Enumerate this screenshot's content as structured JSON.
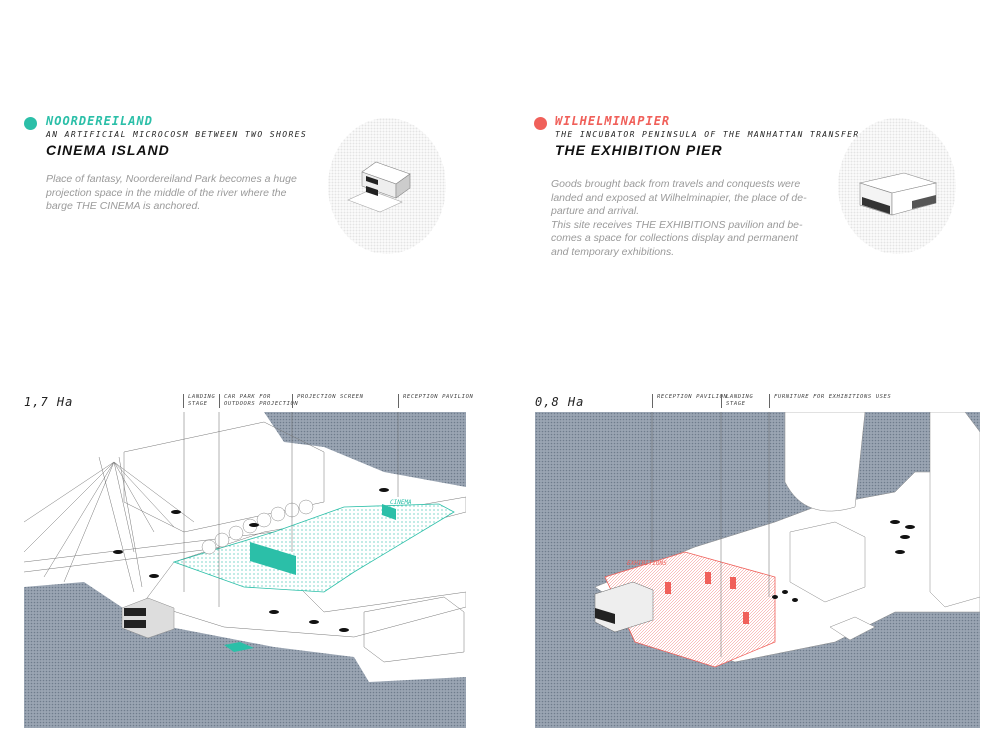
{
  "colors": {
    "accent_left": "#2bbfa8",
    "accent_right": "#f0605a",
    "water": "#8e9aa8"
  },
  "left": {
    "site": "NOORDEREILAND",
    "subtitle": "AN ARTIFICIAL MICROCOSM BETWEEN TWO SHORES",
    "title": "CINEMA ISLAND",
    "description": "Place of fantasy, Noordereiland Park becomes a huge\nprojection space in the middle of the river where the\nbarge THE CINEMA is anchored.",
    "area": "1,7 Ha",
    "labels": [
      "LANDING\nSTAGE",
      "CAR PARK FOR\nOUTDOORS PROJECTION",
      "PROJECTION SCREEN",
      "RECEPTION PAVILION"
    ],
    "map_label": "CINEMA"
  },
  "right": {
    "site": "WILHELMINAPIER",
    "subtitle": "THE INCUBATOR PENINSULA OF THE MANHATTAN TRANSFER",
    "title": "THE EXHIBITION PIER",
    "description": "Goods brought back from travels and conquests were\nlanded and exposed at Wilhelminapier, the place of de-\nparture and arrival.\nThis site receives THE EXHIBITIONS pavilion and be-\ncomes a space for collections display and permanent\nand temporary exhibitions.",
    "area": "0,8 Ha",
    "labels": [
      "RECEPTION PAVILION",
      "LANDING\nSTAGE",
      "FURNITURE FOR EXHIBITIONS USES"
    ],
    "map_label": "EXHIBITIONS"
  }
}
